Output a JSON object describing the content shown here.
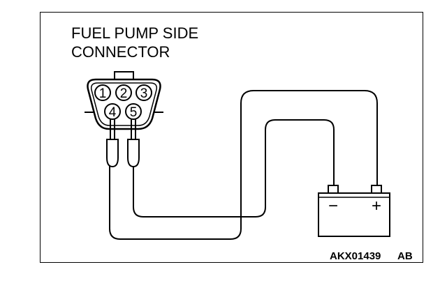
{
  "title": {
    "line1": "FUEL PUMP SIDE",
    "line2": "CONNECTOR"
  },
  "connector": {
    "pins": [
      "1",
      "2",
      "3",
      "4",
      "5"
    ]
  },
  "battery": {
    "negative": "−",
    "positive": "+"
  },
  "reference": {
    "code": "AKX01439",
    "suffix": "AB"
  },
  "colors": {
    "ink": "#000000",
    "background": "#ffffff"
  }
}
